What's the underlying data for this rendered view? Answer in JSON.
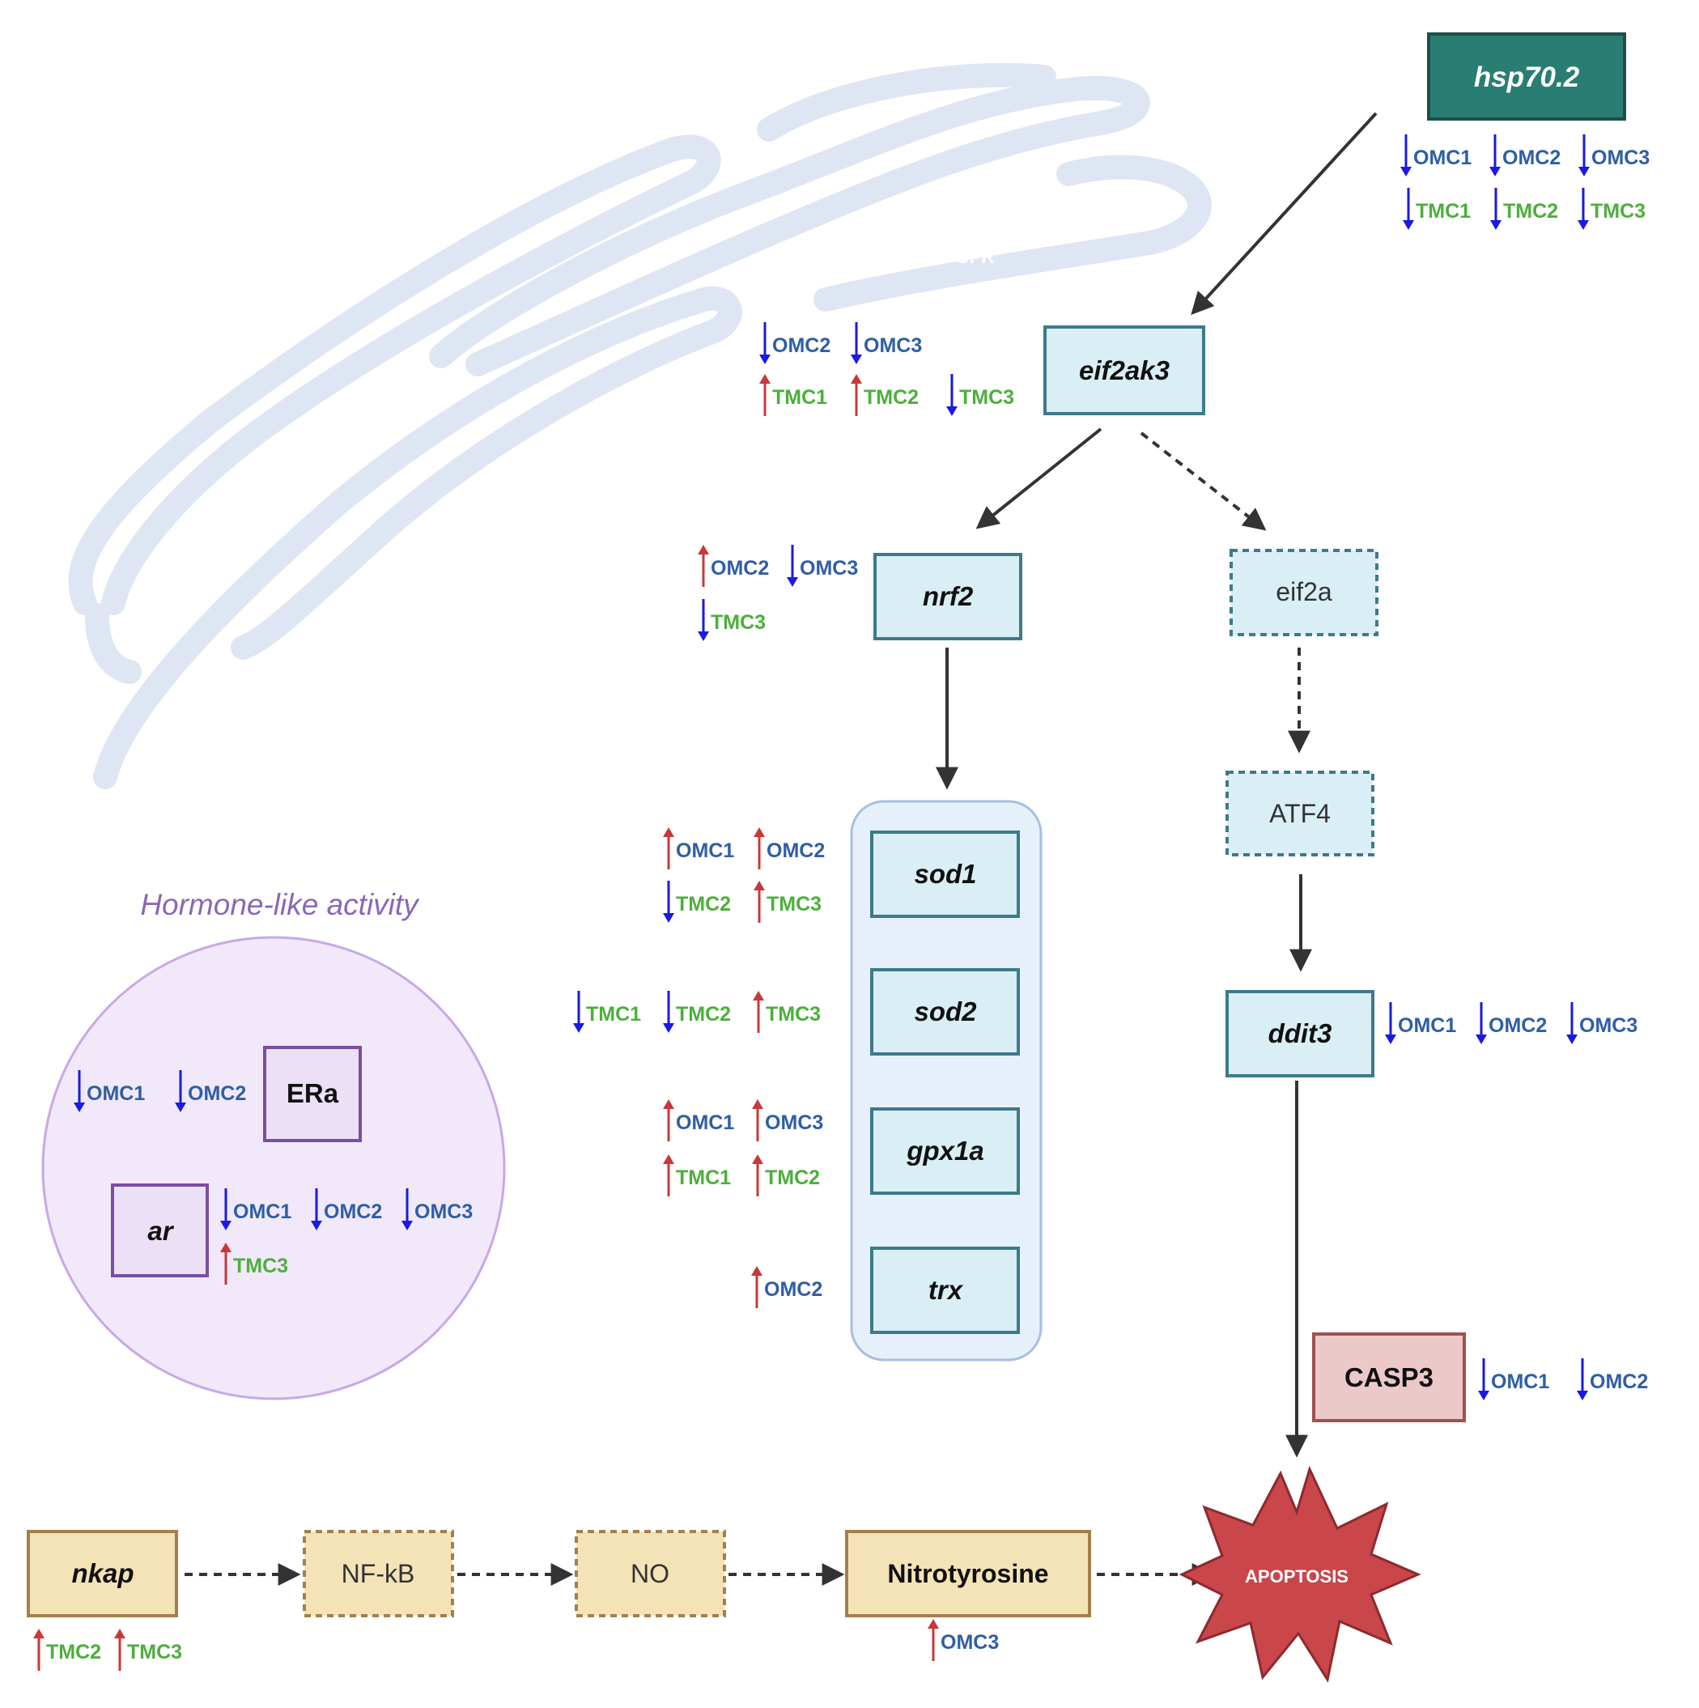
{
  "colors": {
    "down_arrow": "#1a1ae0",
    "up_arrow": "#c8383a",
    "omc_text": "#2f5ea6",
    "tmc_text": "#4caf3b",
    "node_fill": "#d9eef5",
    "node_stroke": "#3d7a8a",
    "hsp_fill": "#2a7d72",
    "purple": "#8a67b8",
    "purple_fill": "#f1e8fa",
    "tan_fill": "#f5e3b8",
    "tan_stroke": "#a57f4a",
    "casp_fill": "#ecc9c9",
    "casp_stroke": "#a05050",
    "apoptosis_fill": "#c9464a",
    "er_stroke": "#dfe6f3"
  },
  "er": {
    "label": "UPR"
  },
  "nodes": {
    "hsp70": "hsp70.2",
    "eif2ak3": "eif2ak3",
    "nrf2": "nrf2",
    "eif2a": "eif2a",
    "atf4": "ATF4",
    "sod1": "sod1",
    "sod2": "sod2",
    "gpx1a": "gpx1a",
    "trx": "trx",
    "ddit3": "ddit3",
    "casp3": "CASP3",
    "apoptosis": "APOPTOSIS",
    "nkap": "nkap",
    "nfkb": "NF-kB",
    "no": "NO",
    "nitrotyrosine": "Nitrotyrosine",
    "era": "ERa",
    "ar": "ar"
  },
  "hormone": {
    "title": "Hormone-like activity"
  },
  "annotations": {
    "hsp70_row1": [
      {
        "dir": "down",
        "label": "OMC1"
      },
      {
        "dir": "down",
        "label": "OMC2"
      },
      {
        "dir": "down",
        "label": "OMC3"
      }
    ],
    "hsp70_row2": [
      {
        "dir": "down",
        "label": "TMC1"
      },
      {
        "dir": "down",
        "label": "TMC2"
      },
      {
        "dir": "down",
        "label": "TMC3"
      }
    ],
    "eif2ak3_row1": [
      {
        "dir": "down",
        "label": "OMC2"
      },
      {
        "dir": "down",
        "label": "OMC3"
      }
    ],
    "eif2ak3_row2": [
      {
        "dir": "up",
        "label": "TMC1"
      },
      {
        "dir": "up",
        "label": "TMC2"
      },
      {
        "dir": "down",
        "label": "TMC3"
      }
    ],
    "nrf2_row1": [
      {
        "dir": "up",
        "label": "OMC2"
      },
      {
        "dir": "down",
        "label": "OMC3"
      }
    ],
    "nrf2_row2": [
      {
        "dir": "down",
        "label": "TMC3"
      }
    ],
    "sod1_row1": [
      {
        "dir": "up",
        "label": "OMC1"
      },
      {
        "dir": "up",
        "label": "OMC2"
      }
    ],
    "sod1_row2": [
      {
        "dir": "down",
        "label": "TMC2"
      },
      {
        "dir": "up",
        "label": "TMC3"
      }
    ],
    "sod2_row1": [
      {
        "dir": "down",
        "label": "TMC1"
      },
      {
        "dir": "down",
        "label": "TMC2"
      },
      {
        "dir": "up",
        "label": "TMC3"
      }
    ],
    "gpx1a_row1": [
      {
        "dir": "up",
        "label": "OMC1"
      },
      {
        "dir": "up",
        "label": "OMC3"
      }
    ],
    "gpx1a_row2": [
      {
        "dir": "up",
        "label": "TMC1"
      },
      {
        "dir": "up",
        "label": "TMC2"
      }
    ],
    "trx_row1": [
      {
        "dir": "up",
        "label": "OMC2"
      }
    ],
    "ddit3_row1": [
      {
        "dir": "down",
        "label": "OMC1"
      },
      {
        "dir": "down",
        "label": "OMC2"
      },
      {
        "dir": "down",
        "label": "OMC3"
      }
    ],
    "casp3_row1": [
      {
        "dir": "down",
        "label": "OMC1"
      },
      {
        "dir": "down",
        "label": "OMC2"
      }
    ],
    "era_row1": [
      {
        "dir": "down",
        "label": "OMC1"
      },
      {
        "dir": "down",
        "label": "OMC2"
      }
    ],
    "ar_row1": [
      {
        "dir": "down",
        "label": "OMC1"
      },
      {
        "dir": "down",
        "label": "OMC2"
      },
      {
        "dir": "down",
        "label": "OMC3"
      }
    ],
    "ar_row2": [
      {
        "dir": "up",
        "label": "TMC3"
      }
    ],
    "nkap_row1": [
      {
        "dir": "up",
        "label": "TMC2"
      },
      {
        "dir": "up",
        "label": "TMC3"
      }
    ],
    "nitro_row1": [
      {
        "dir": "up",
        "label": "OMC3"
      }
    ]
  }
}
